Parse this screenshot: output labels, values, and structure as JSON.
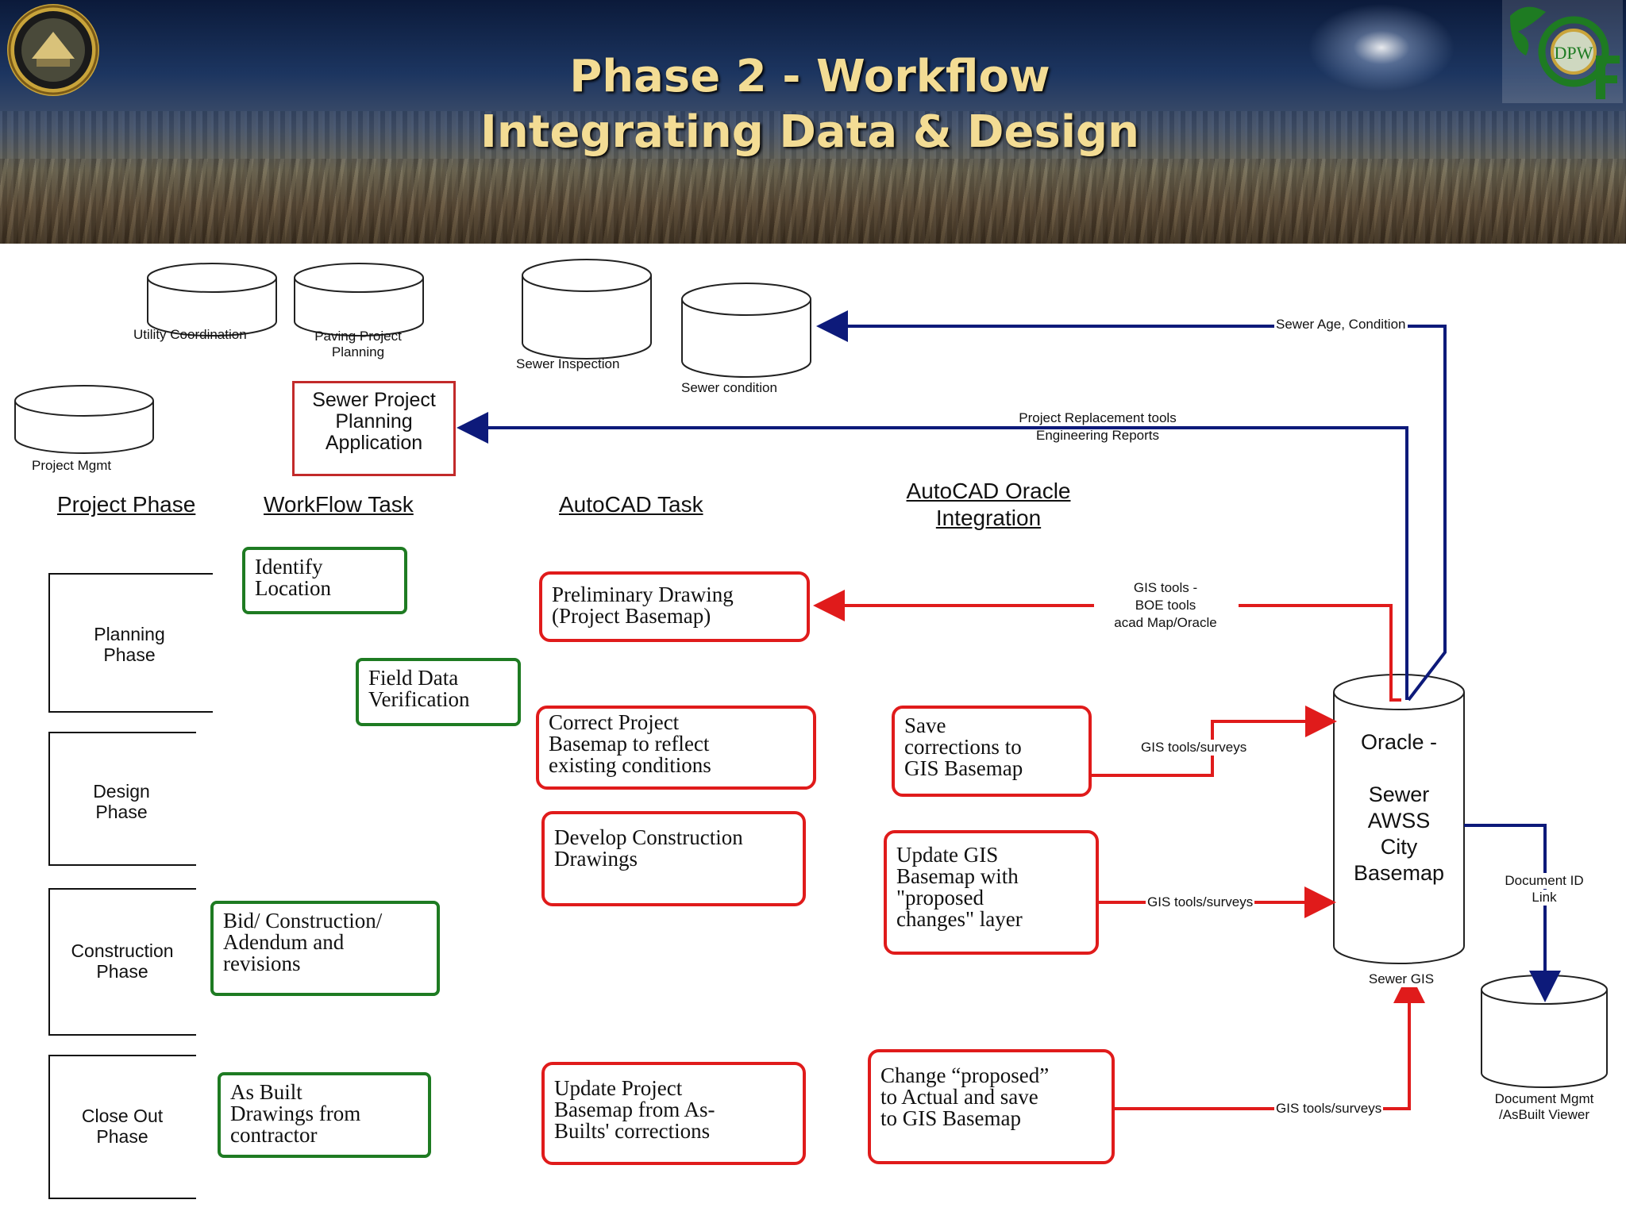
{
  "header": {
    "title_line1": "Phase 2 - Workflow",
    "title_line2": "Integrating Data & Design"
  },
  "databases": {
    "utility_coordination": "Utility Coordination",
    "paving_project_planning_1": "Paving Project",
    "paving_project_planning_2": "Planning",
    "sewer_inspection": "Sewer Inspection",
    "sewer_condition": "Sewer condition",
    "project_mgmt": "Project Mgmt",
    "document_mgmt_1": "Document Mgmt",
    "document_mgmt_2": "/AsBuilt Viewer",
    "oracle_footer": "Sewer GIS"
  },
  "columns": {
    "project_phase": "Project Phase",
    "workflow_task": "WorkFlow Task",
    "autocad_task": "AutoCAD Task",
    "autocad_oracle_1": "AutoCAD Oracle",
    "autocad_oracle_2": "Integration"
  },
  "phases": {
    "planning": "Planning\nPhase",
    "design": "Design\nPhase",
    "construction": "Construction\nPhase",
    "closeout": "Close Out\nPhase"
  },
  "workflow_tasks": {
    "identify_location": "Identify\nLocation",
    "field_data": "Field Data\nVerification",
    "bid_construction": "Bid/ Construction/\nAdendum and\nrevisions",
    "as_built": "As Built\nDrawings from\ncontractor"
  },
  "planning_app": "Sewer Project\nPlanning\nApplication",
  "autocad_tasks": {
    "preliminary": "Preliminary Drawing\n(Project Basemap)",
    "correct": "Correct Project\nBasemap to reflect\nexisting conditions",
    "develop": "Develop Construction\nDrawings",
    "update_project": "Update Project\nBasemap from As-\nBuilts' corrections"
  },
  "integration_tasks": {
    "save": "Save\ncorrections to\nGIS Basemap",
    "update_gis": "Update GIS\nBasemap with\n\"proposed\nchanges\" layer",
    "change_proposed": "Change “proposed”\nto Actual and save\nto GIS Basemap"
  },
  "oracle": {
    "line1": "Oracle -",
    "line2": "Sewer",
    "line3": "AWSS",
    "line4": "City",
    "line5": "Basemap"
  },
  "flows": {
    "sewer_age": "Sewer Age, Condition",
    "replacement_1": "Project Replacement tools",
    "replacement_2": "Engineering Reports",
    "gis_tools_1": "GIS tools -",
    "gis_tools_2": "BOE tools",
    "gis_tools_3": "acad Map/Oracle",
    "gis_surveys_1": "GIS tools/surveys",
    "gis_surveys_2": "GIS tools/surveys",
    "gis_surveys_3": "GIS tools/surveys",
    "doc_link_1": "Document ID",
    "doc_link_2": "Link"
  },
  "colors": {
    "red": "#e01b1b",
    "green": "#1e7b22",
    "navy": "#0d1a7a",
    "title_gold": "#f3dc94"
  }
}
